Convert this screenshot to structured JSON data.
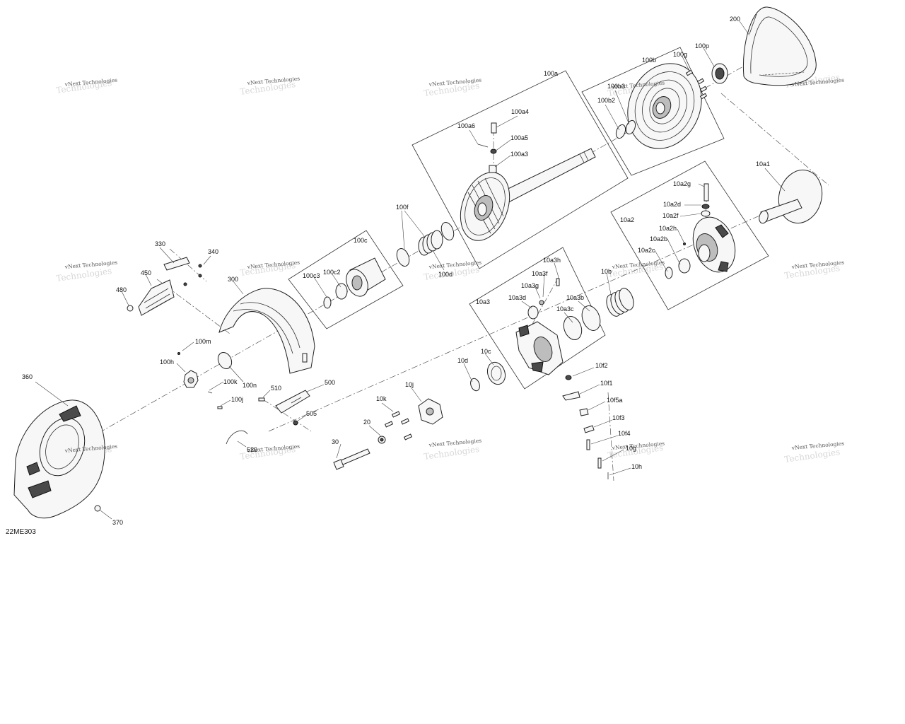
{
  "diagram_code": "22ME303",
  "watermark": "vNext Technologies",
  "labels": [
    "200",
    "100g",
    "100p",
    "100b",
    "100a",
    "100b3",
    "100b2",
    "100a4",
    "100a6",
    "100a5",
    "100a3",
    "10a1",
    "10a2g",
    "10a2d",
    "10a2f",
    "10a2",
    "10a2h",
    "10a2b",
    "10a2c",
    "100f",
    "100c",
    "100d",
    "330",
    "340",
    "450",
    "480",
    "300",
    "100c3",
    "100c2",
    "10a3h",
    "10a3f",
    "10a3g",
    "10b",
    "10a3d",
    "10a3b",
    "10a3",
    "10a3c",
    "100m",
    "100h",
    "100k",
    "100n",
    "100j",
    "510",
    "500",
    "505",
    "520",
    "360",
    "370",
    "10d",
    "10c",
    "10f2",
    "10f1",
    "10f5a",
    "10f3",
    "10f4",
    "10g",
    "10h",
    "10j",
    "10k",
    "20",
    "30"
  ]
}
